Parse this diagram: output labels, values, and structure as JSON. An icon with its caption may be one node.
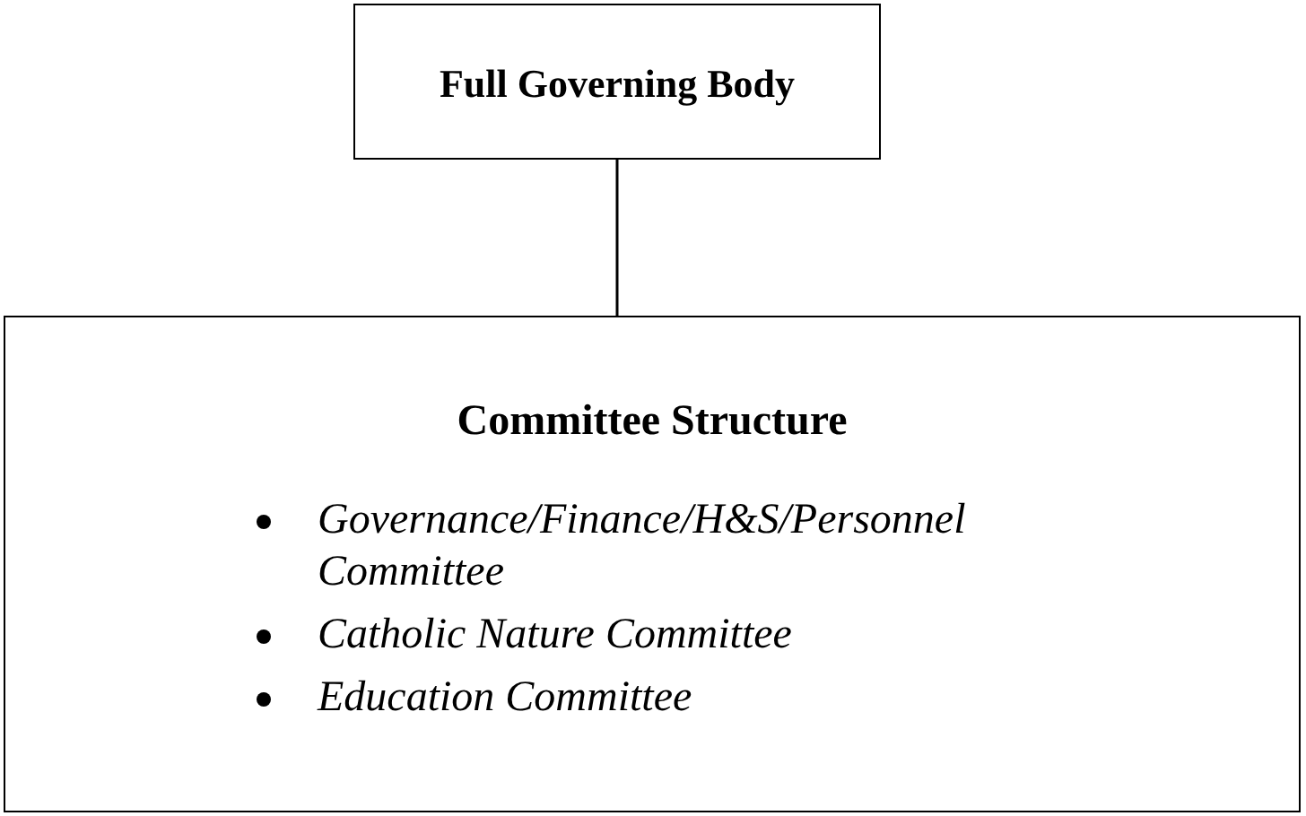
{
  "diagram": {
    "nodes": [
      {
        "text": [
          "Full Governing Body"
        ]
      },
      {
        "text": [
          "Committee Structure",
          "Governance/Finance/H&S/Personnel Committee",
          "Catholic Nature Committee",
          "Education Committee"
        ]
      }
    ],
    "edges": [
      {
        "from": 0,
        "to": 1,
        "arrow": "none"
      }
    ]
  }
}
